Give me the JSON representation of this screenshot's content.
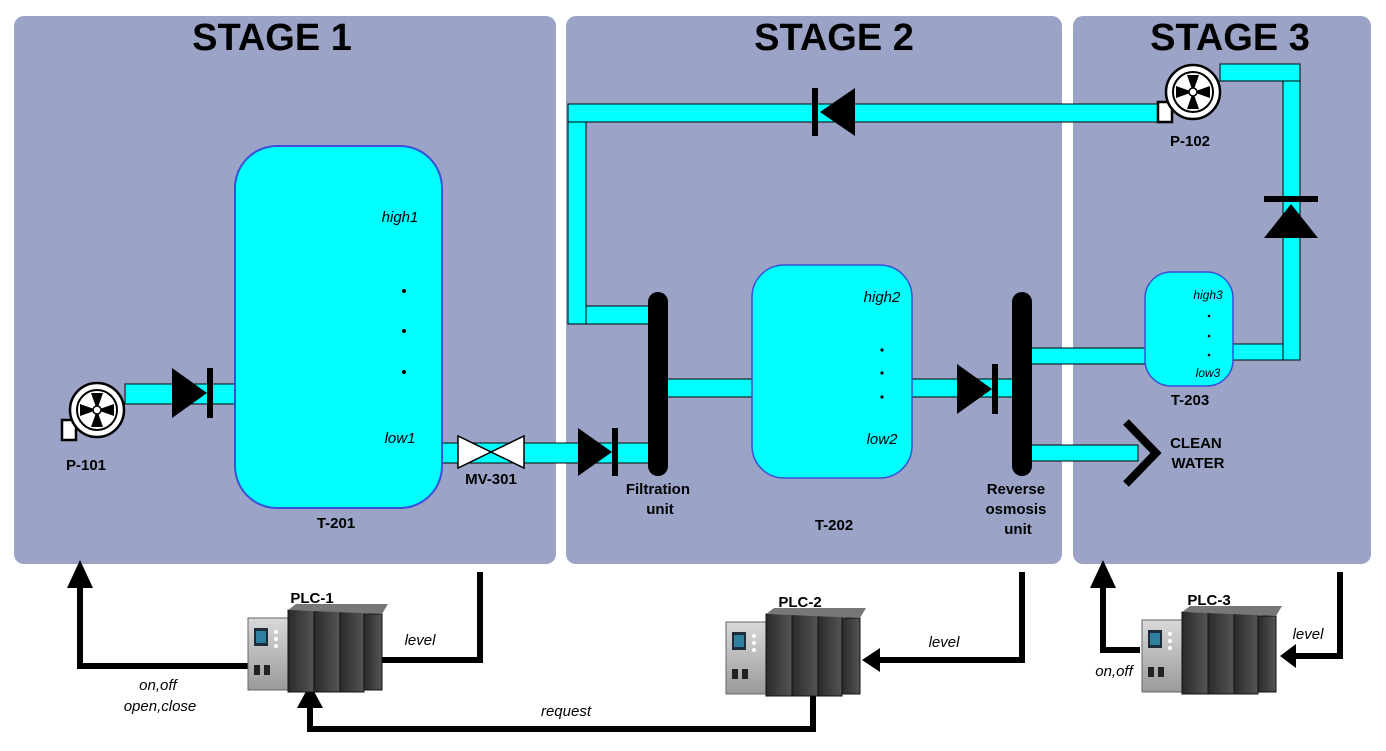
{
  "stages": [
    {
      "title": "STAGE 1"
    },
    {
      "title": "STAGE 2"
    },
    {
      "title": "STAGE 3"
    }
  ],
  "pumps": {
    "p101": "P-101",
    "p102": "P-102"
  },
  "tanks": {
    "t201": {
      "label": "T-201",
      "high": "high1",
      "low": "low1"
    },
    "t202": {
      "label": "T-202",
      "high": "high2",
      "low": "low2"
    },
    "t203": {
      "label": "T-203",
      "high": "high3",
      "low": "low3"
    }
  },
  "valves": {
    "mv301": "MV-301"
  },
  "units": {
    "filtration": [
      "Filtration",
      "unit"
    ],
    "reverse_osmosis": [
      "Reverse",
      "osmosis",
      "unit"
    ]
  },
  "clean_water": [
    "CLEAN",
    "WATER"
  ],
  "plcs": {
    "plc1": "PLC-1",
    "plc2": "PLC-2",
    "plc3": "PLC-3"
  },
  "signals": {
    "plc1_out": [
      "on,off",
      "open,close"
    ],
    "plc1_in": "level",
    "plc2_in": "level",
    "plc3_in": "level",
    "plc3_out": "on,off",
    "request": "request"
  },
  "colors": {
    "panel": "#9ba3c6",
    "water": "#00ffff",
    "tank_border": "#3a4fd8",
    "black": "#000000"
  }
}
